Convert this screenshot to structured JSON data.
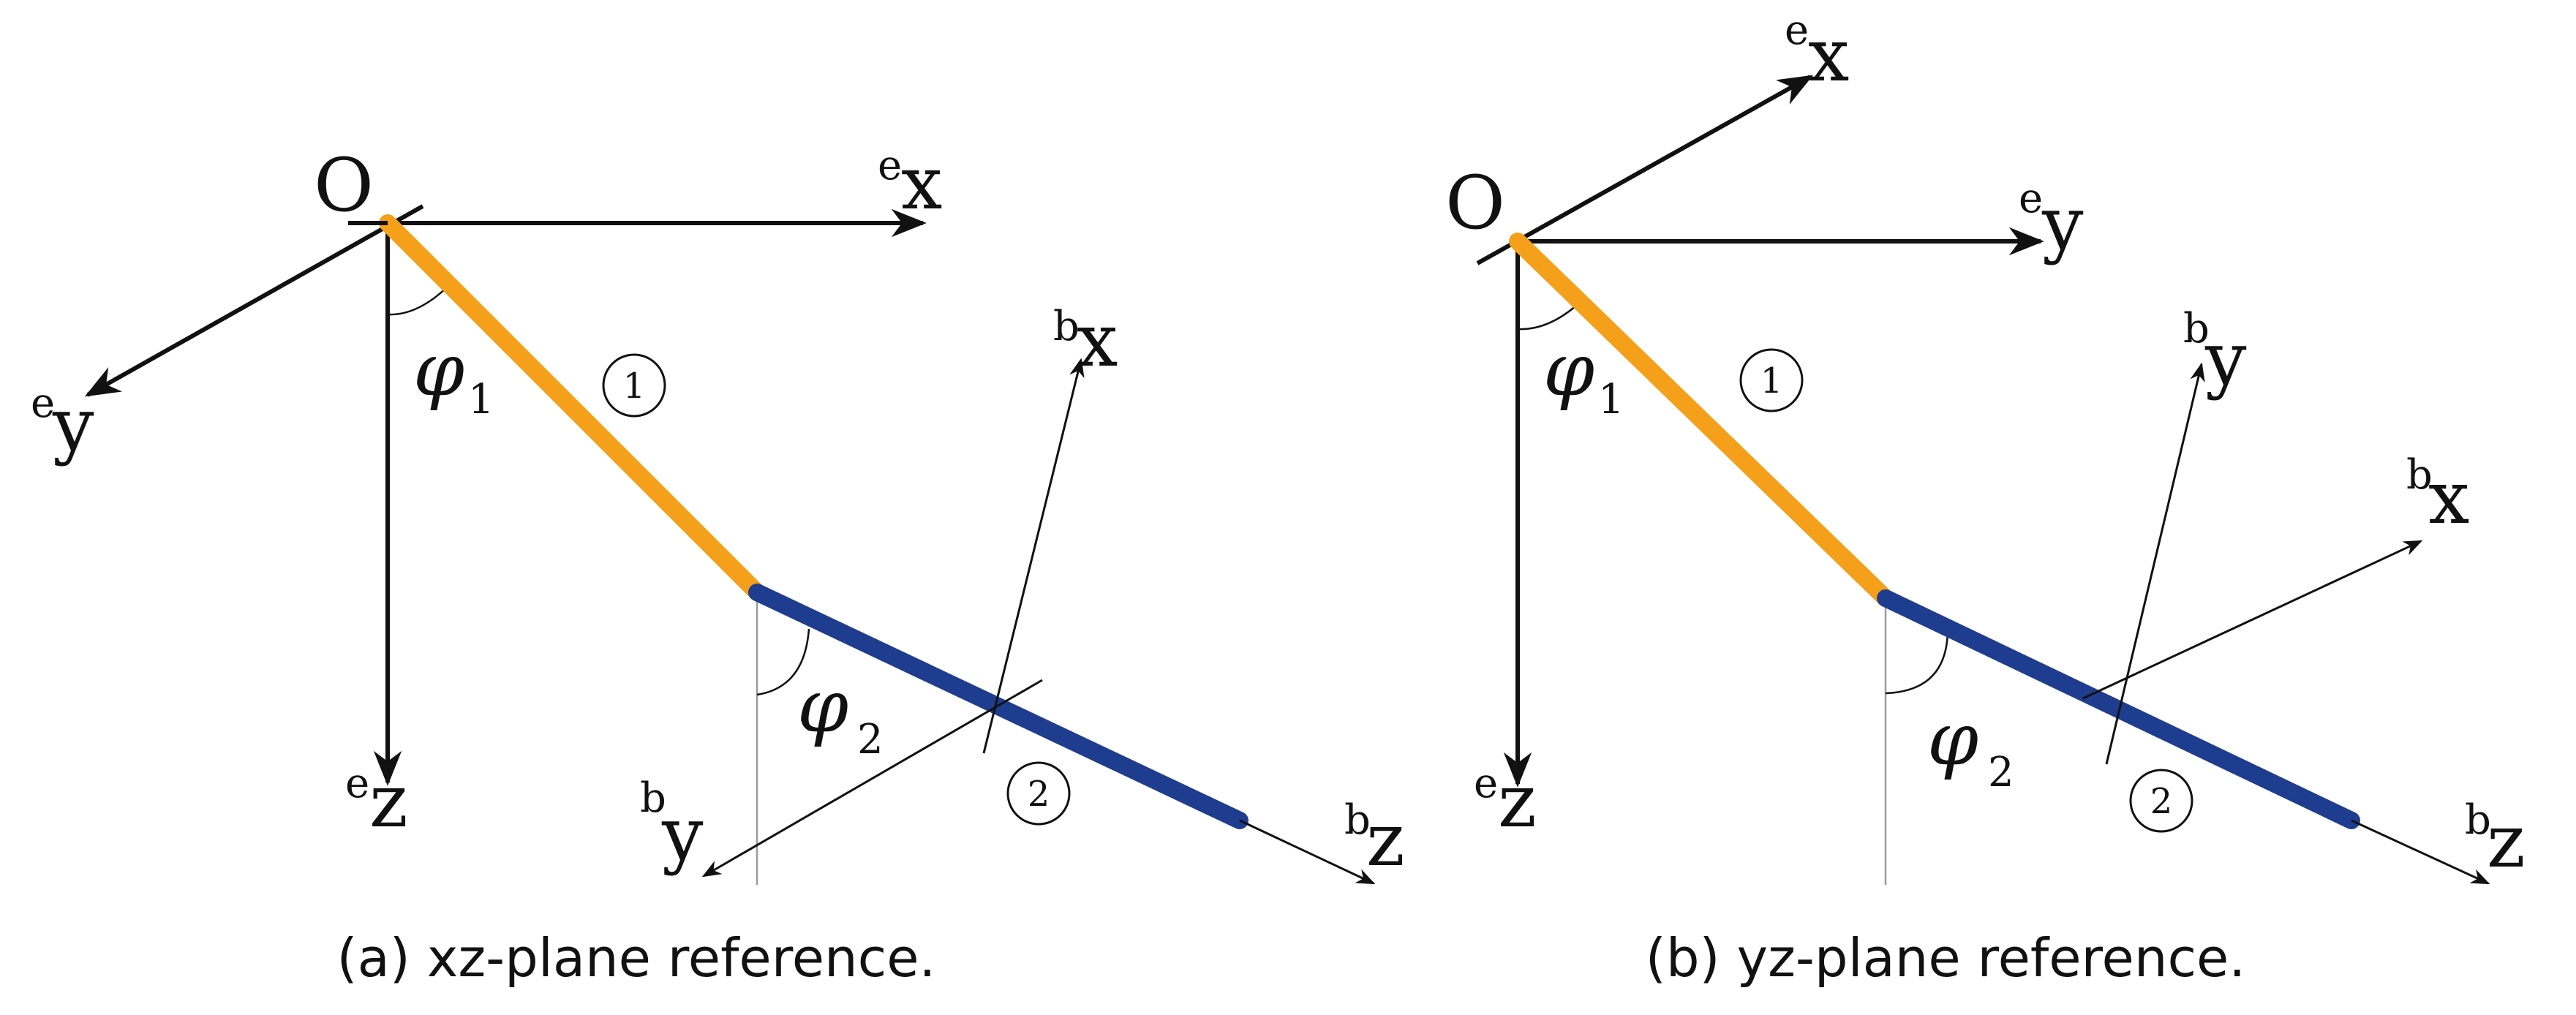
{
  "panel_a": {
    "origin_label": "O",
    "ex": {
      "sup": "e",
      "base": "x"
    },
    "ey": {
      "sup": "e",
      "base": "y"
    },
    "ez": {
      "sup": "e",
      "base": "z"
    },
    "bx": {
      "sup": "b",
      "base": "x"
    },
    "by": {
      "sup": "b",
      "base": "y"
    },
    "bz": {
      "sup": "b",
      "base": "z"
    },
    "phi1": {
      "sym": "φ",
      "sub": "1"
    },
    "phi2": {
      "sym": "φ",
      "sub": "2"
    },
    "link1_marker": "1",
    "link2_marker": "2",
    "caption": "(a) xz-plane reference."
  },
  "panel_b": {
    "origin_label": "O",
    "ex": {
      "sup": "e",
      "base": "x"
    },
    "ey": {
      "sup": "e",
      "base": "y"
    },
    "ez": {
      "sup": "e",
      "base": "z"
    },
    "bx": {
      "sup": "b",
      "base": "x"
    },
    "by": {
      "sup": "b",
      "base": "y"
    },
    "bz": {
      "sup": "b",
      "base": "z"
    },
    "phi1": {
      "sym": "φ",
      "sub": "1"
    },
    "phi2": {
      "sym": "φ",
      "sub": "2"
    },
    "link1_marker": "1",
    "link2_marker": "2",
    "caption": "(b) yz-plane reference."
  },
  "colors": {
    "link1": "#f5a01a",
    "link2": "#1f3d8f",
    "axes": "#111111",
    "reference_line": "#9a9a9a"
  }
}
